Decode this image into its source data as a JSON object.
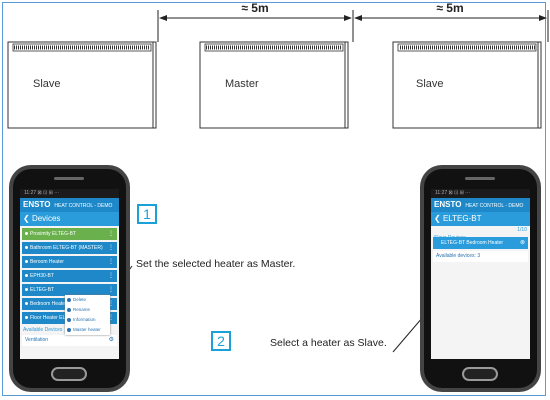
{
  "dimensions": [
    "≈ 5m",
    "≈ 5m"
  ],
  "heaters": [
    {
      "label": "Slave"
    },
    {
      "label": "Master"
    },
    {
      "label": "Slave"
    }
  ],
  "steps": [
    {
      "number": "1",
      "caption": "Set the selected heater as Master."
    },
    {
      "number": "2",
      "caption": "Select a heater as Slave."
    }
  ],
  "phone_left": {
    "status": "11:27 ⊠ ⊡ ⊞ ···",
    "brand": "ENSTO",
    "app_name": "HEAT CONTROL - DEMO",
    "screen_title": "Devices",
    "devices": [
      {
        "name": "Proximity ELTEG-BT",
        "color": "#6ab04c"
      },
      {
        "name": "Bathroom ELTEG-BT (MASTER)",
        "color": "#1e88c8"
      },
      {
        "name": "Beroom Heater",
        "color": "#1e88c8"
      },
      {
        "name": "EPH30-BT",
        "color": "#1e88c8"
      },
      {
        "name": "ELTEG-BT",
        "color": "#1e88c8"
      },
      {
        "name": "Bedroom Heater",
        "color": "#1e88c8"
      },
      {
        "name": "Floor Heater ELTEG-BT",
        "color": "#1e88c8"
      }
    ],
    "popup_items": [
      "Delete",
      "Rename",
      "Information",
      "Master heater"
    ],
    "available_label": "Available Devices",
    "available_item": "Ventilation"
  },
  "phone_right": {
    "status": "11:27 ⊠ ⊡ ⊞ ···",
    "brand": "ENSTO",
    "app_name": "HEAT CONTROL - DEMO",
    "screen_title": "ELTEG-BT",
    "slave_label": "Slave Devices",
    "slave_count": "1/10",
    "slave_item": "ELTEG-BT Bedroom Heater",
    "available_label": "Available devices: 3"
  },
  "colors": {
    "accent": "#1ba1d8",
    "appbar": "#1e88c8",
    "green": "#6ab04c"
  }
}
